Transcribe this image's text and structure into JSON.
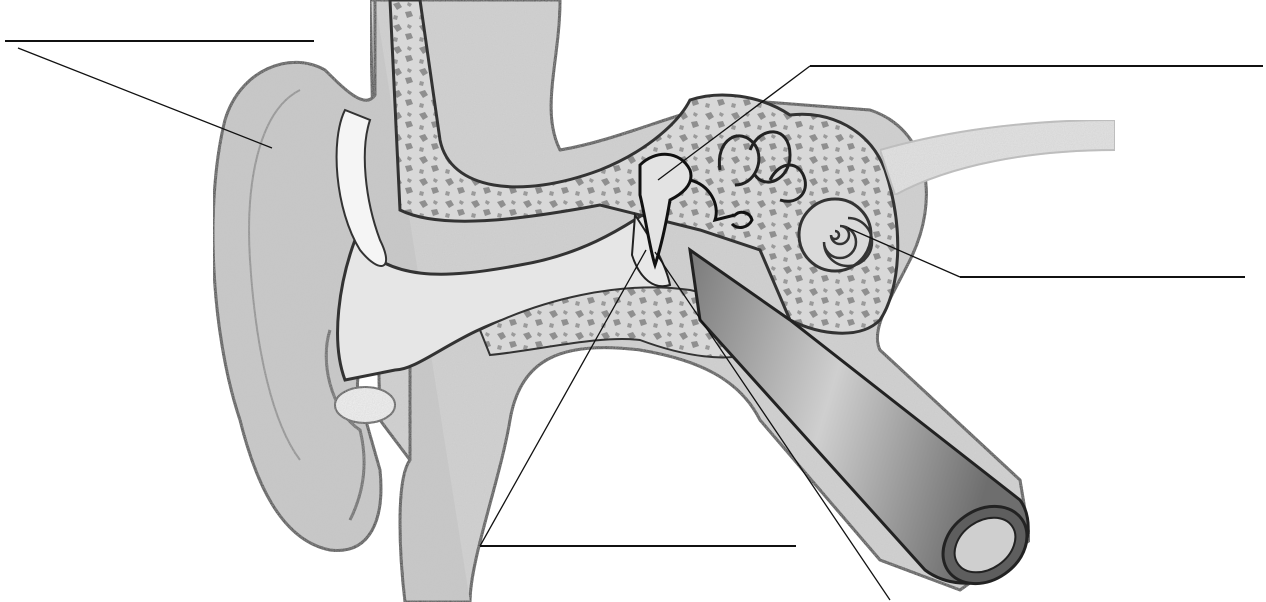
{
  "diagram": {
    "blank_labels": [
      {
        "id": "pinna",
        "text": ""
      },
      {
        "id": "ossicles",
        "text": ""
      },
      {
        "id": "cochlea",
        "text": ""
      },
      {
        "id": "eardrum",
        "text": ""
      },
      {
        "id": "eustachian-tube",
        "text": ""
      }
    ],
    "colors": {
      "line": "#111111",
      "tissue": "#cfcfcf",
      "tissue_dark": "#a9a9a9",
      "bone": "#d8d8d8",
      "bone_pores": "#8f8f8f",
      "canal": "#f2f2f2"
    }
  }
}
